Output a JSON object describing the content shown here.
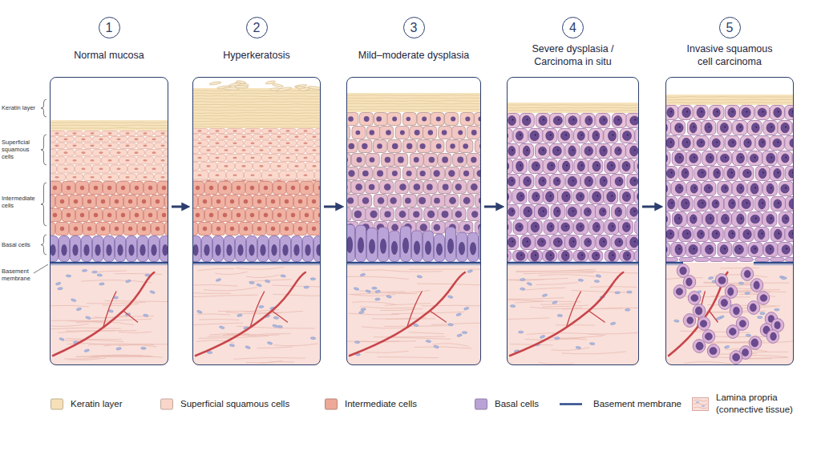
{
  "diagram": {
    "nodes": [
      {
        "text": [
          "1",
          "Normal mucosa"
        ]
      },
      {
        "text": [
          "2",
          "Hyperkeratosis"
        ]
      },
      {
        "text": [
          "3",
          "Mild–moderate dysplasia"
        ]
      },
      {
        "text": [
          "4",
          "Severe dysplasia / Carcinoma in situ"
        ]
      },
      {
        "text": [
          "5",
          "Invasive squamous cell carcinoma"
        ]
      }
    ],
    "edges": [
      {
        "from": 0,
        "to": 1,
        "arrow": "to"
      },
      {
        "from": 1,
        "to": 2,
        "arrow": "to"
      },
      {
        "from": 2,
        "to": 3,
        "arrow": "to"
      },
      {
        "from": 3,
        "to": 4,
        "arrow": "to"
      }
    ],
    "labels": [
      "Keratin layer",
      "Superficial squamous cells",
      "Intermediate cells",
      "Basal cells",
      "Basement membrane"
    ],
    "legend": [
      {
        "text": "Keratin layer",
        "color": "#f5e0b8"
      },
      {
        "text": "Superficial squamous cells",
        "color": "#f9d6c9"
      },
      {
        "text": "Intermediate cells",
        "color": "#eda898"
      },
      {
        "text": "Basal cells",
        "color": "#b8a2d6"
      },
      {
        "text": "Basement membrane"
      },
      {
        "text": "Lamina propria (connective tissue)"
      }
    ]
  }
}
